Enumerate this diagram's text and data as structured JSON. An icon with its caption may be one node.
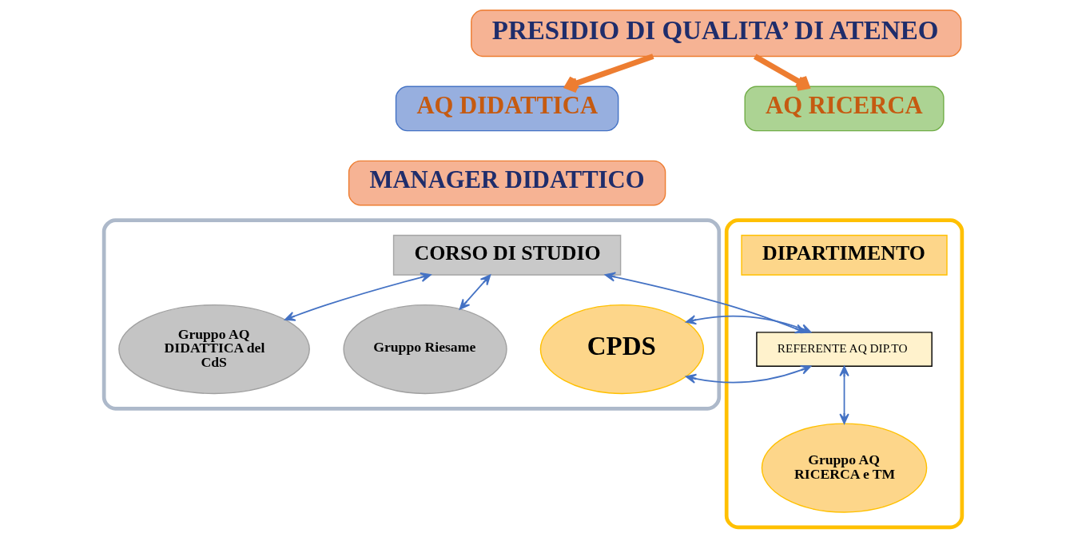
{
  "diagram": {
    "nodes": [
      {
        "text": [
          "PRESIDIO DI QUALITA’ DI ATENEO"
        ]
      },
      {
        "text": [
          "AQ DIDATTICA"
        ]
      },
      {
        "text": [
          "AQ RICERCA"
        ]
      },
      {
        "text": [
          "MANAGER DIDATTICO"
        ]
      },
      {
        "text": [],
        "shape": "box"
      },
      {
        "text": [
          "CORSO DI STUDIO"
        ],
        "in": 4
      },
      {
        "text": [
          "Gruppo AQ DIDATTICA del CdS"
        ],
        "in": 4
      },
      {
        "text": [
          "Gruppo Riesame"
        ],
        "in": 4
      },
      {
        "text": [
          "CPDS"
        ],
        "in": 4
      },
      {
        "text": [],
        "shape": "box"
      },
      {
        "text": [
          "DIPARTIMENTO"
        ],
        "in": 9
      },
      {
        "text": [
          "REFERENTE AQ DIP.TO"
        ],
        "in": 9
      },
      {
        "text": [
          "Gruppo AQ RICERCA e TM"
        ],
        "in": 9
      }
    ],
    "edges": [
      {
        "from": 0,
        "to": 1,
        "arrow": "to",
        "style": "thick",
        "color": "#ed7d31"
      },
      {
        "from": 0,
        "to": 2,
        "arrow": "to",
        "style": "thick",
        "color": "#ed7d31"
      },
      {
        "from": 5,
        "to": 6,
        "arrow": "both"
      },
      {
        "from": 5,
        "to": 7,
        "arrow": "both"
      },
      {
        "from": 5,
        "to": 11,
        "arrow": "both"
      },
      {
        "from": 8,
        "to": 11,
        "arrow": "both"
      },
      {
        "from": 11,
        "to": 12,
        "arrow": "both"
      }
    ]
  }
}
